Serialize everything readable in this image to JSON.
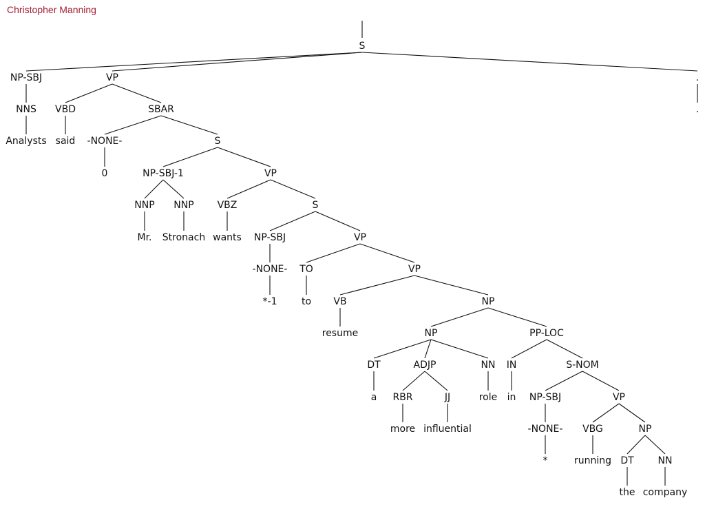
{
  "author": "Christopher Manning",
  "tree": {
    "nodes": [
      {
        "id": "S0",
        "label": "S"
      },
      {
        "id": "NPSBJ0",
        "label": "NP-SBJ"
      },
      {
        "id": "NNS",
        "label": "NNS"
      },
      {
        "id": "Analysts",
        "label": "Analysts"
      },
      {
        "id": "VP0",
        "label": "VP"
      },
      {
        "id": "VBD",
        "label": "VBD"
      },
      {
        "id": "said",
        "label": "said"
      },
      {
        "id": "SBAR",
        "label": "SBAR"
      },
      {
        "id": "NONE0",
        "label": "-NONE-"
      },
      {
        "id": "zero",
        "label": "0"
      },
      {
        "id": "S1",
        "label": "S"
      },
      {
        "id": "NPSBJ1",
        "label": "NP-SBJ-1"
      },
      {
        "id": "NNP1",
        "label": "NNP"
      },
      {
        "id": "Mr",
        "label": "Mr."
      },
      {
        "id": "NNP2",
        "label": "NNP"
      },
      {
        "id": "Stronach",
        "label": "Stronach"
      },
      {
        "id": "VP1",
        "label": "VP"
      },
      {
        "id": "VBZ",
        "label": "VBZ"
      },
      {
        "id": "wants",
        "label": "wants"
      },
      {
        "id": "S2",
        "label": "S"
      },
      {
        "id": "NPSBJ2",
        "label": "NP-SBJ"
      },
      {
        "id": "NONE1",
        "label": "-NONE-"
      },
      {
        "id": "trace1",
        "label": "*-1"
      },
      {
        "id": "VP2",
        "label": "VP"
      },
      {
        "id": "TO",
        "label": "TO"
      },
      {
        "id": "to",
        "label": "to"
      },
      {
        "id": "VP3",
        "label": "VP"
      },
      {
        "id": "VB",
        "label": "VB"
      },
      {
        "id": "resume",
        "label": "resume"
      },
      {
        "id": "NP0",
        "label": "NP"
      },
      {
        "id": "NP1",
        "label": "NP"
      },
      {
        "id": "DT1",
        "label": "DT"
      },
      {
        "id": "a",
        "label": "a"
      },
      {
        "id": "ADJP",
        "label": "ADJP"
      },
      {
        "id": "RBR",
        "label": "RBR"
      },
      {
        "id": "more",
        "label": "more"
      },
      {
        "id": "JJ",
        "label": "JJ"
      },
      {
        "id": "influential",
        "label": "influential"
      },
      {
        "id": "NN1",
        "label": "NN"
      },
      {
        "id": "role",
        "label": "role"
      },
      {
        "id": "PPLOC",
        "label": "PP-LOC"
      },
      {
        "id": "IN",
        "label": "IN"
      },
      {
        "id": "in",
        "label": "in"
      },
      {
        "id": "SNOM",
        "label": "S-NOM"
      },
      {
        "id": "NPSBJ3",
        "label": "NP-SBJ"
      },
      {
        "id": "NONE2",
        "label": "-NONE-"
      },
      {
        "id": "trace2",
        "label": "*"
      },
      {
        "id": "VP4",
        "label": "VP"
      },
      {
        "id": "VBG",
        "label": "VBG"
      },
      {
        "id": "running",
        "label": "running"
      },
      {
        "id": "NP2",
        "label": "NP"
      },
      {
        "id": "DT2",
        "label": "DT"
      },
      {
        "id": "the",
        "label": "the"
      },
      {
        "id": "NN2",
        "label": "NN"
      },
      {
        "id": "company",
        "label": "company"
      },
      {
        "id": "PERIOD",
        "label": "."
      },
      {
        "id": "period",
        "label": "."
      }
    ],
    "edges": [
      [
        "S0",
        "NPSBJ0"
      ],
      [
        "S0",
        "VP0"
      ],
      [
        "S0",
        "PERIOD"
      ],
      [
        "NPSBJ0",
        "NNS"
      ],
      [
        "NNS",
        "Analysts"
      ],
      [
        "VP0",
        "VBD"
      ],
      [
        "VP0",
        "SBAR"
      ],
      [
        "VBD",
        "said"
      ],
      [
        "SBAR",
        "NONE0"
      ],
      [
        "SBAR",
        "S1"
      ],
      [
        "NONE0",
        "zero"
      ],
      [
        "S1",
        "NPSBJ1"
      ],
      [
        "S1",
        "VP1"
      ],
      [
        "NPSBJ1",
        "NNP1"
      ],
      [
        "NPSBJ1",
        "NNP2"
      ],
      [
        "NNP1",
        "Mr"
      ],
      [
        "NNP2",
        "Stronach"
      ],
      [
        "VP1",
        "VBZ"
      ],
      [
        "VP1",
        "S2"
      ],
      [
        "VBZ",
        "wants"
      ],
      [
        "S2",
        "NPSBJ2"
      ],
      [
        "S2",
        "VP2"
      ],
      [
        "NPSBJ2",
        "NONE1"
      ],
      [
        "NONE1",
        "trace1"
      ],
      [
        "VP2",
        "TO"
      ],
      [
        "VP2",
        "VP3"
      ],
      [
        "TO",
        "to"
      ],
      [
        "VP3",
        "VB"
      ],
      [
        "VP3",
        "NP0"
      ],
      [
        "VB",
        "resume"
      ],
      [
        "NP0",
        "NP1"
      ],
      [
        "NP0",
        "PPLOC"
      ],
      [
        "NP1",
        "DT1"
      ],
      [
        "NP1",
        "ADJP"
      ],
      [
        "NP1",
        "NN1"
      ],
      [
        "DT1",
        "a"
      ],
      [
        "ADJP",
        "RBR"
      ],
      [
        "ADJP",
        "JJ"
      ],
      [
        "RBR",
        "more"
      ],
      [
        "JJ",
        "influential"
      ],
      [
        "NN1",
        "role"
      ],
      [
        "PPLOC",
        "IN"
      ],
      [
        "PPLOC",
        "SNOM"
      ],
      [
        "IN",
        "in"
      ],
      [
        "SNOM",
        "NPSBJ3"
      ],
      [
        "SNOM",
        "VP4"
      ],
      [
        "NPSBJ3",
        "NONE2"
      ],
      [
        "NONE2",
        "trace2"
      ],
      [
        "VP4",
        "VBG"
      ],
      [
        "VP4",
        "NP2"
      ],
      [
        "VBG",
        "running"
      ],
      [
        "NP2",
        "DT2"
      ],
      [
        "NP2",
        "NN2"
      ],
      [
        "DT2",
        "the"
      ],
      [
        "NN2",
        "company"
      ],
      [
        "PERIOD",
        "period"
      ]
    ]
  }
}
